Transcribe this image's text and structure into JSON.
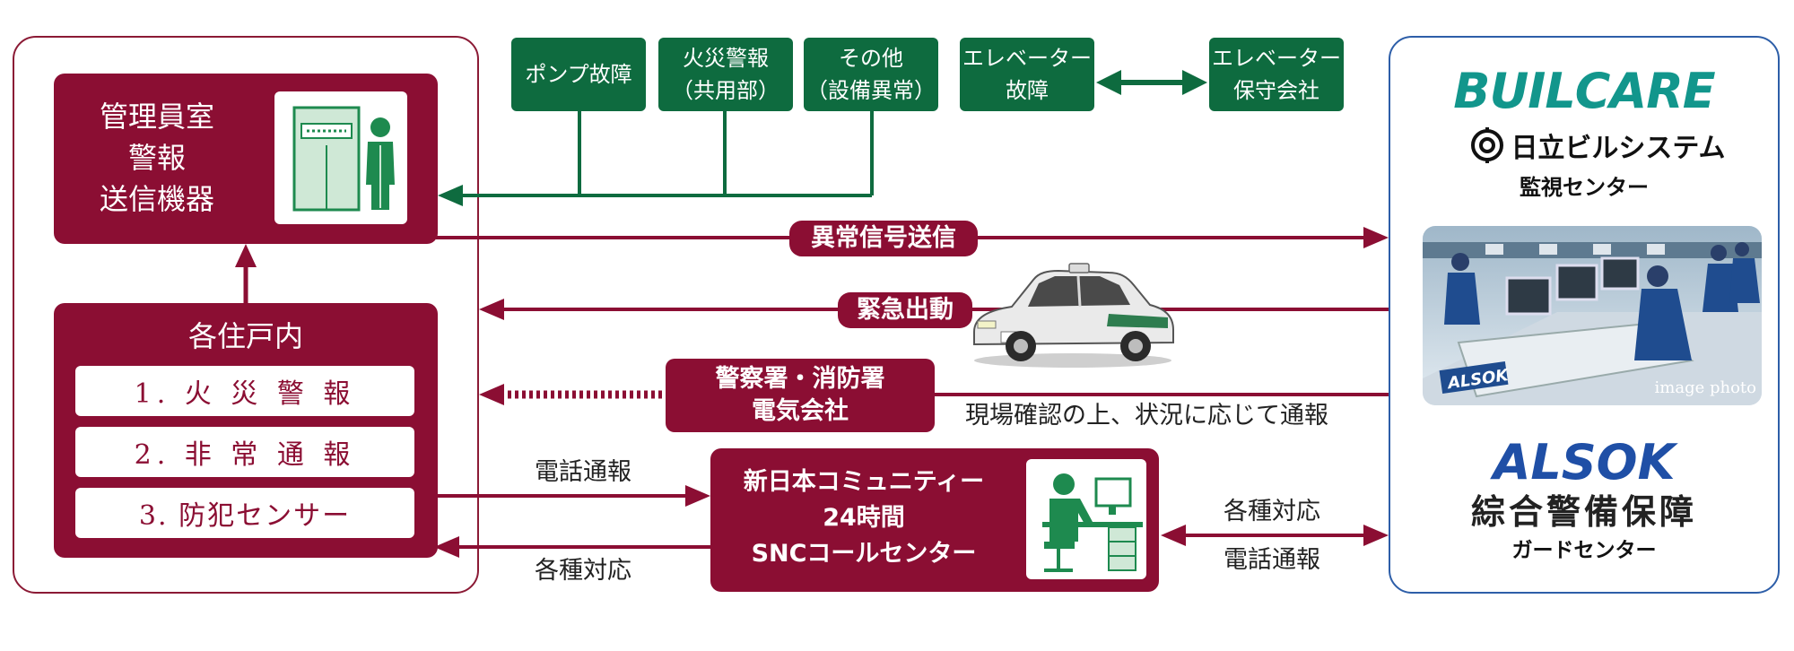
{
  "management": {
    "title_lines": [
      "管理員室",
      "警報",
      "送信機器"
    ]
  },
  "residences": {
    "title": "各住戸内",
    "items": [
      "1. 火 災 警 報",
      "2. 非 常 通 報",
      "3. 防犯センサー"
    ]
  },
  "equipment_alerts": [
    {
      "lines": [
        "ポンプ故障",
        ""
      ]
    },
    {
      "lines": [
        "火災警報",
        "（共用部）"
      ]
    },
    {
      "lines": [
        "その他",
        "（設備異常）"
      ]
    }
  ],
  "elevator": {
    "fault_lines": [
      "エレベーター",
      "故障"
    ],
    "company_lines": [
      "エレベーター",
      "保守会社"
    ]
  },
  "flows": {
    "signal": "異常信号送信",
    "dispatch": "緊急出動",
    "authorities_lines": [
      "警察署・消防署",
      "電気会社"
    ],
    "confirm_report": "現場確認の上、状況に応じて通報",
    "phone_report": "電話通報",
    "responses": "各種対応",
    "right_responses": "各種対応",
    "right_phone": "電話通報"
  },
  "snc": {
    "lines": [
      "新日本コミュニティー",
      "24時間",
      "SNCコールセンター"
    ]
  },
  "buil": {
    "logo": "BUILCARE",
    "company": "日立ビルシステム",
    "center": "監視センター"
  },
  "alsok": {
    "photo_caption": "image photo",
    "photo_badge": "ALSOK",
    "logo": "ALSOK",
    "company": "綜合警備保障",
    "center": "ガードセンター"
  },
  "colors": {
    "maroon": "#8b0e33",
    "green": "#0e6b3f",
    "blue_border": "#2d5ea8",
    "buil_teal": "#12968c",
    "alsok_blue": "#1f4fa6"
  }
}
